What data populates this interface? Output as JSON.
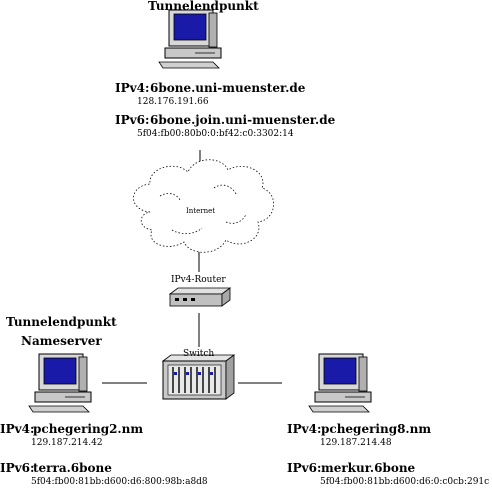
{
  "tunnel_endpoint_top": {
    "title": "Tunnelendpunkt",
    "ipv4_label": "IPv4:",
    "ipv4_name": "6bone.uni-muenster.de",
    "ipv4_addr": "128.176.191.66",
    "ipv6_label": "IPv6:",
    "ipv6_name": "6bone.join.uni-muenster.de",
    "ipv6_addr": "5f04:fb00:80b0:0:bf42:c0:3302:14"
  },
  "internet": {
    "label": "Internet"
  },
  "router": {
    "label": "IPv4-Router"
  },
  "switch": {
    "label": "Switch"
  },
  "tunnel_endpoint_left": {
    "title": "Tunnelendpunkt",
    "subtitle": "Nameserver",
    "ipv4_label": "IPv4:",
    "ipv4_name": "pchegering2.nm",
    "ipv4_addr": "129.187.214.42",
    "ipv6_label": "IPv6:",
    "ipv6_name": "terra.6bone",
    "ipv6_addr": "5f04:fb00:81bb:d600:d6:800:98b:a8d8"
  },
  "host_right": {
    "ipv4_label": "IPv4:",
    "ipv4_name": "pchegering8.nm",
    "ipv4_addr": "129.187.214.48",
    "ipv6_label": "IPv6:",
    "ipv6_name": "merkur.6bone",
    "ipv6_addr": "5f04:fb00:81bb:d600:d6:0:c0cb:291c"
  },
  "colors": {
    "screen": "#1a1aa8",
    "device": "#c8c8c8",
    "line": "#000000"
  },
  "icons": [
    "computer-icon",
    "cloud-icon",
    "router-icon",
    "switch-icon"
  ]
}
